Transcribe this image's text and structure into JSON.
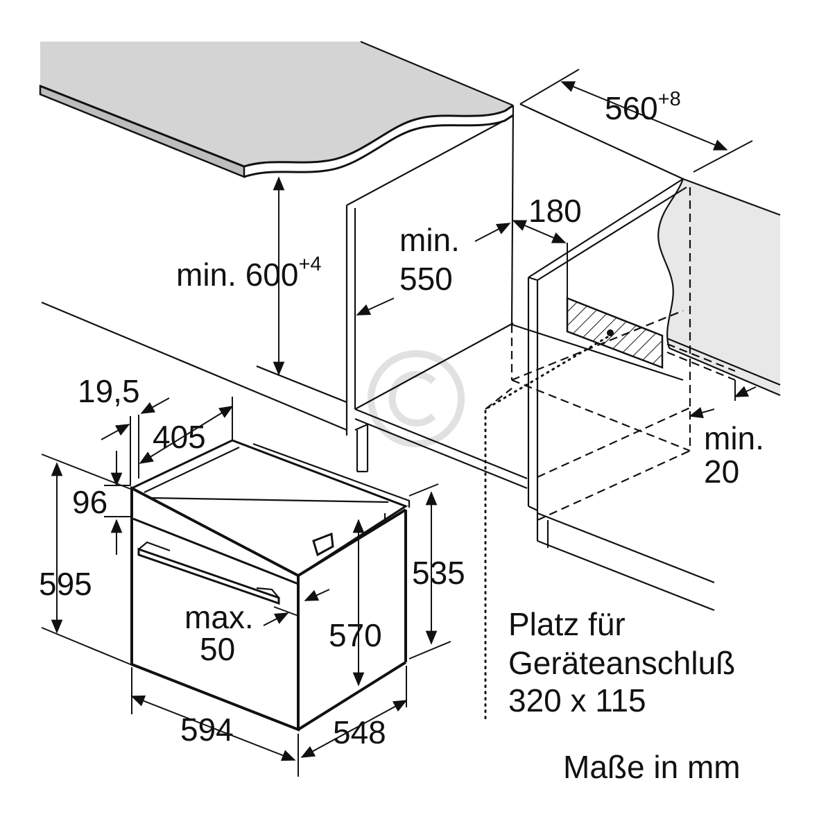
{
  "dimensions": {
    "niche_width": "560",
    "niche_width_tol": "+8",
    "niche_height_prefix": "min. ",
    "niche_height": "600",
    "niche_height_tol": "+4",
    "depth_min_prefix": "min.",
    "depth_min": "550",
    "connection_offset": "180",
    "rear_gap_prefix": "min.",
    "rear_gap": "20",
    "panel_thickness": "19,5",
    "recess_depth": "405",
    "control_panel_height": "96",
    "total_height": "595",
    "handle_prefix": "max.",
    "handle_depth": "50",
    "body_height": "570",
    "rear_height": "535",
    "total_width": "594",
    "body_depth": "548"
  },
  "notes": {
    "connection_line1": "Platz für",
    "connection_line2": "Geräteanschluß",
    "connection_line3": "320 x 115",
    "units": "Maße in mm"
  },
  "colors": {
    "line": "#111111",
    "worktop": "#d4d4d4",
    "cabinet_wall": "#e8e8e8",
    "watermark": "#d9d9d9"
  },
  "icons": {
    "watermark": "copyright-watermark-icon",
    "connection_box": "hatched-connection-box-icon"
  }
}
